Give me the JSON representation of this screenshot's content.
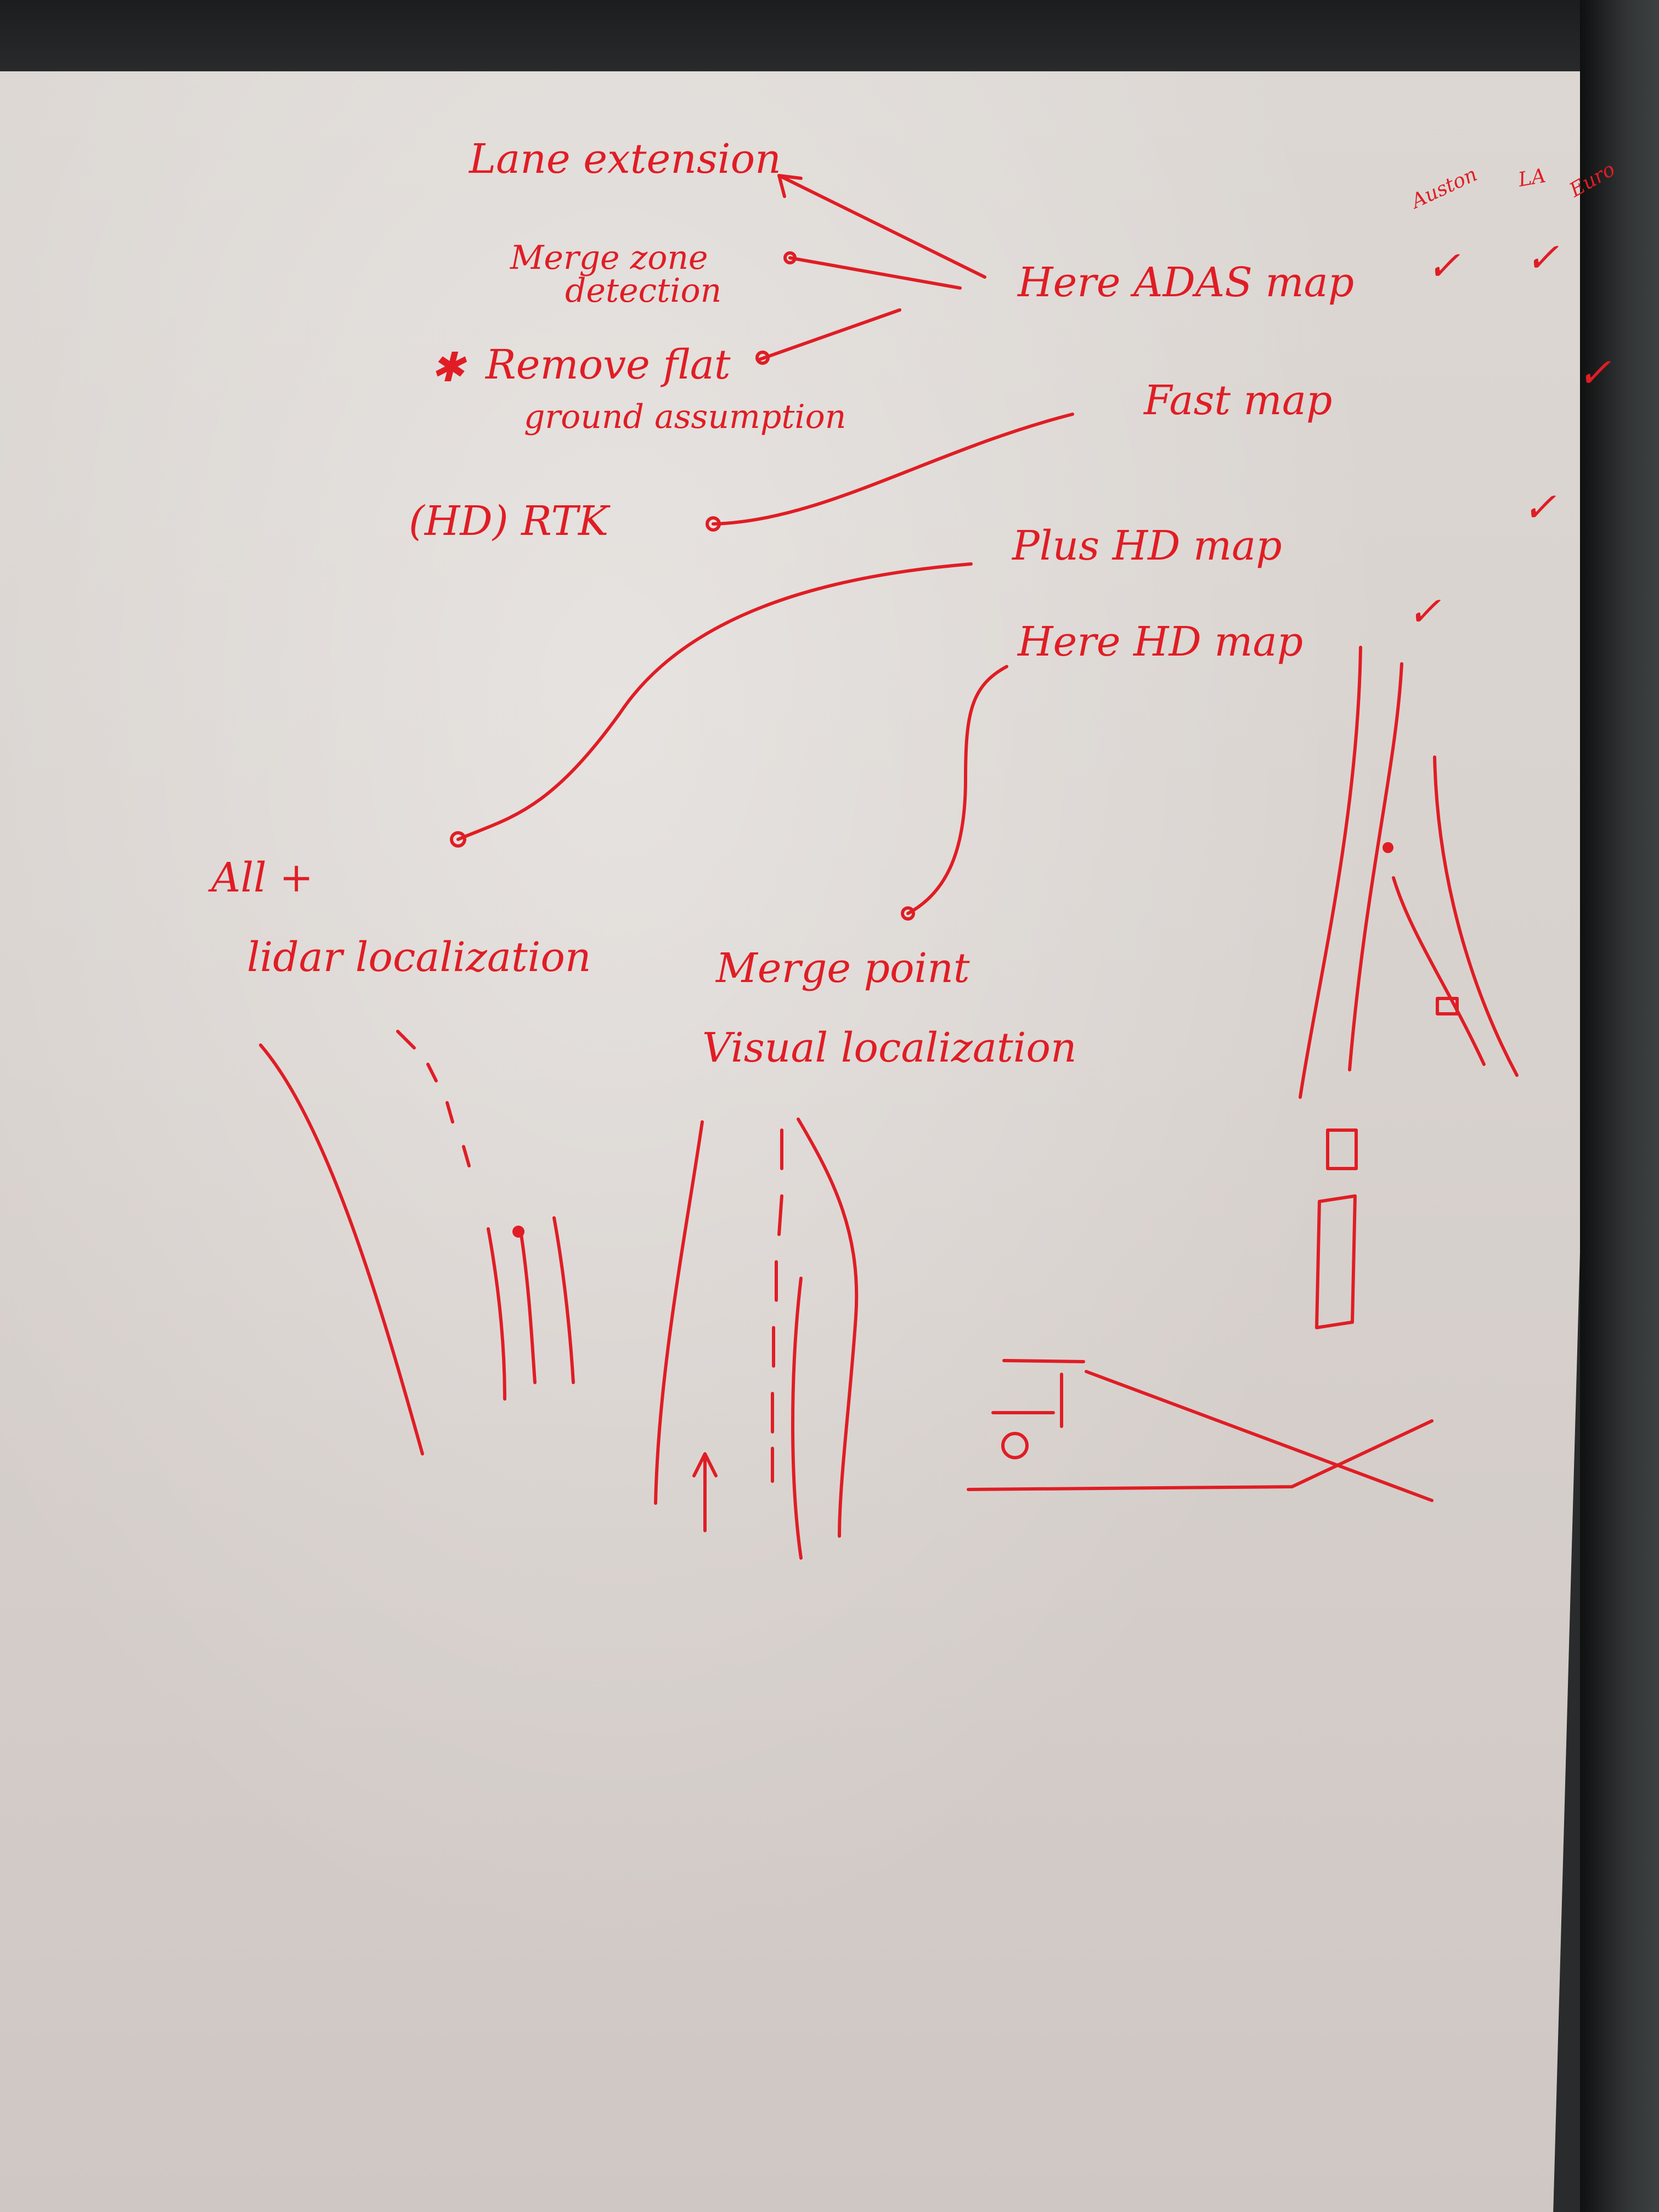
{
  "whiteboard": {
    "notes": {
      "lane_extension": "Lane extension",
      "merge_zone_1": "Merge zone",
      "merge_zone_2": "detection",
      "remove_flat_1": "Remove flat",
      "remove_flat_2": "ground assumption",
      "here_adas": "Here ADAS map",
      "fast_map": "Fast map",
      "hd_rtk": "(HD) RTK",
      "plus_hd": "Plus HD map",
      "here_hd": "Here HD map",
      "all_plus": "All +",
      "lidar_loc": "lidar localization",
      "merge_point": "Merge point",
      "visual_loc": "Visual localization"
    },
    "columns": {
      "col1": "Auston",
      "col2": "LA",
      "col3": "Euro"
    },
    "check_mark": "✓",
    "asterisk": "✱"
  }
}
